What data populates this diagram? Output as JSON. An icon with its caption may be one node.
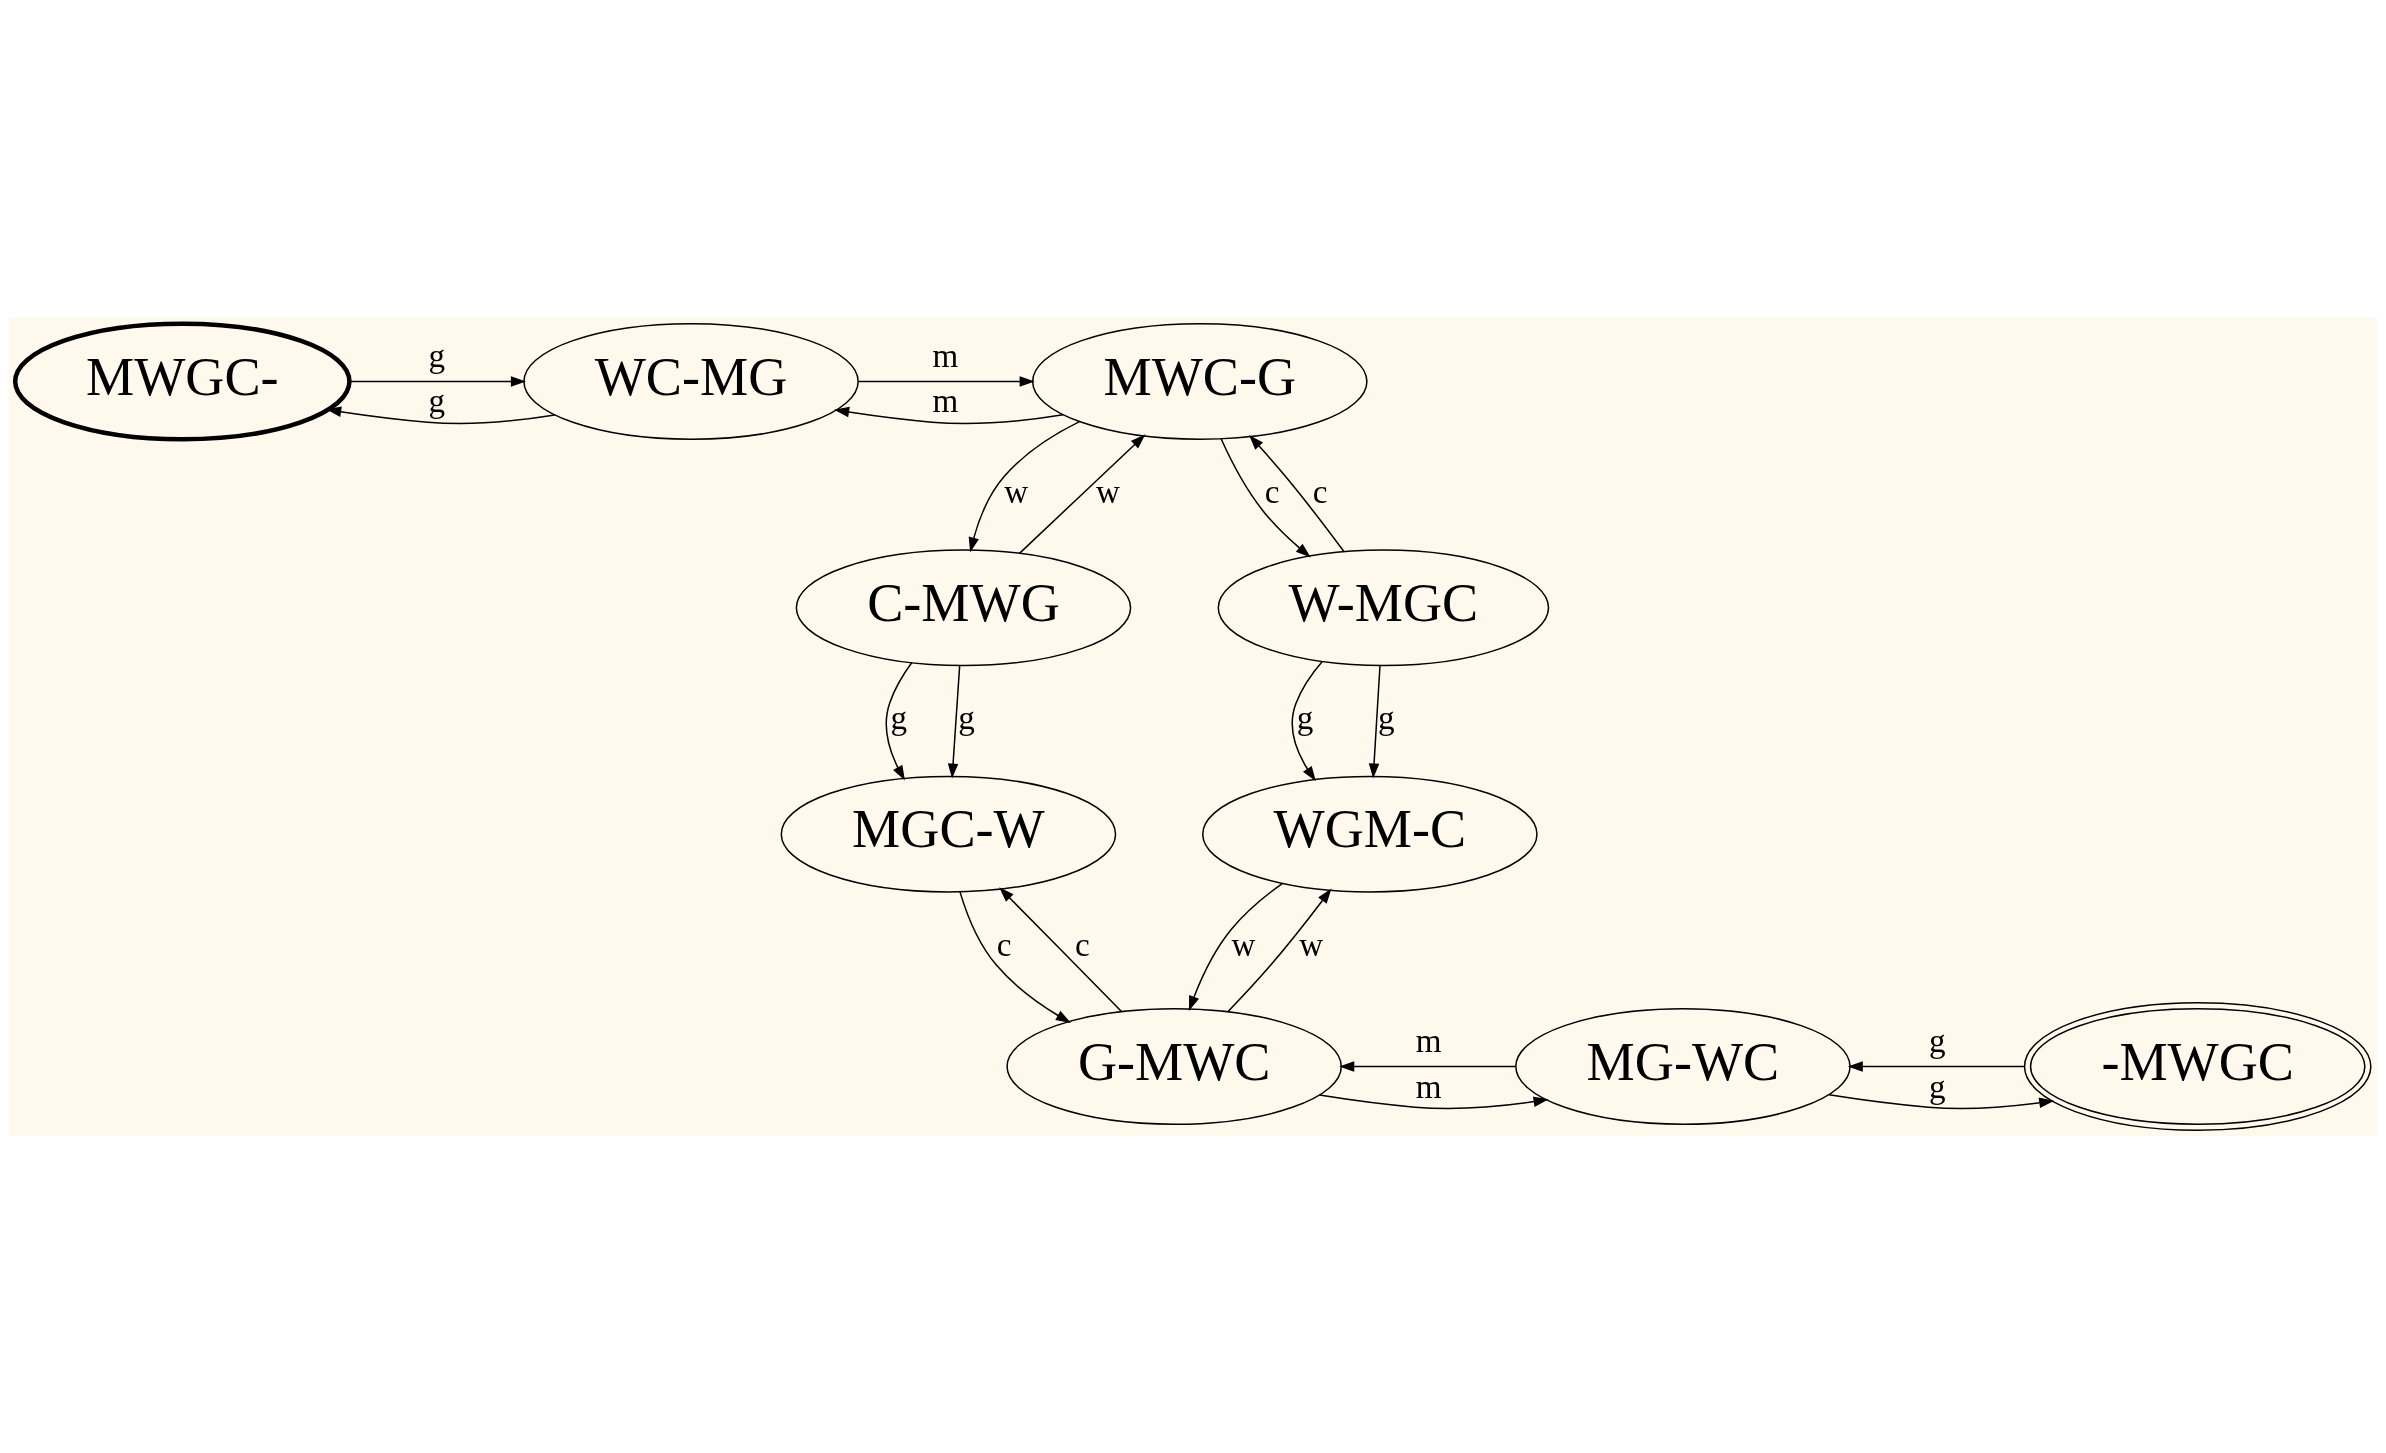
{
  "diagram": {
    "nodes": [
      {
        "text": [
          "MWGC-"
        ]
      },
      {
        "text": [
          "WC-MG"
        ]
      },
      {
        "text": [
          "MWC-G"
        ]
      },
      {
        "text": [
          "C-MWG"
        ]
      },
      {
        "text": [
          "W-MGC"
        ]
      },
      {
        "text": [
          "MGC-W"
        ]
      },
      {
        "text": [
          "WGM-C"
        ]
      },
      {
        "text": [
          "-MWGC"
        ]
      },
      {
        "text": [
          "MG-WC"
        ]
      },
      {
        "text": [
          "G-MWC"
        ]
      }
    ],
    "edges": [
      {
        "from": 0,
        "to": 1,
        "arrow": "to",
        "label": "g"
      },
      {
        "from": 1,
        "to": 0,
        "arrow": "to",
        "label": "g"
      },
      {
        "from": 1,
        "to": 2,
        "arrow": "to",
        "label": "m"
      },
      {
        "from": 2,
        "to": 1,
        "arrow": "to",
        "label": "m"
      },
      {
        "from": 2,
        "to": 3,
        "arrow": "to",
        "label": "w"
      },
      {
        "from": 3,
        "to": 2,
        "arrow": "to",
        "label": "w"
      },
      {
        "from": 2,
        "to": 4,
        "arrow": "to",
        "label": "c"
      },
      {
        "from": 4,
        "to": 2,
        "arrow": "to",
        "label": "c"
      },
      {
        "from": 3,
        "to": 5,
        "arrow": "to",
        "label": "g"
      },
      {
        "from": 3,
        "to": 5,
        "arrow": "to",
        "label": "g"
      },
      {
        "from": 4,
        "to": 6,
        "arrow": "to",
        "label": "g"
      },
      {
        "from": 4,
        "to": 6,
        "arrow": "to",
        "label": "g"
      },
      {
        "from": 5,
        "to": 9,
        "arrow": "to",
        "label": "c"
      },
      {
        "from": 9,
        "to": 5,
        "arrow": "to",
        "label": "c"
      },
      {
        "from": 6,
        "to": 9,
        "arrow": "to",
        "label": "w"
      },
      {
        "from": 9,
        "to": 6,
        "arrow": "to",
        "label": "w"
      },
      {
        "from": 8,
        "to": 9,
        "arrow": "to",
        "label": "m"
      },
      {
        "from": 9,
        "to": 8,
        "arrow": "to",
        "label": "m"
      },
      {
        "from": 7,
        "to": 8,
        "arrow": "to",
        "label": "g"
      },
      {
        "from": 8,
        "to": 7,
        "arrow": "to",
        "label": "g"
      }
    ]
  }
}
